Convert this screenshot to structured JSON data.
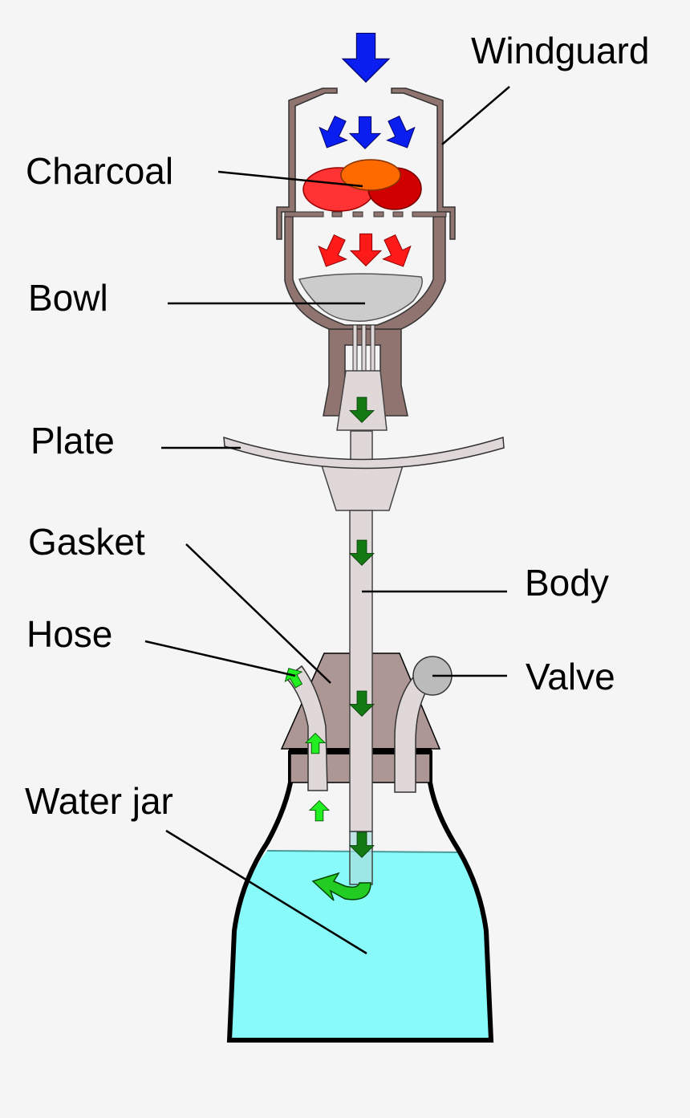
{
  "labels": {
    "windguard": "Windguard",
    "charcoal": "Charcoal",
    "bowl": "Bowl",
    "plate": "Plate",
    "gasket": "Gasket",
    "body": "Body",
    "hose": "Hose",
    "valve": "Valve",
    "water_jar": "Water jar"
  },
  "colors": {
    "background": "#f5f5f5",
    "airflow_blue": "#0a1ef0",
    "heat_red": "#ff1a1a",
    "smoke_green_dark": "#137a13",
    "smoke_green_light": "#22ee22",
    "water": "#88fafa",
    "metal_brown": "#8f7470",
    "gasket": "#ad9794",
    "stem": "#e0d8d8",
    "charcoal_red": "#ff3333",
    "charcoal_dark": "#d10000",
    "charcoal_orange": "#ff6a00",
    "tobacco": "#cccccc",
    "valve": "#bbbbbb"
  }
}
